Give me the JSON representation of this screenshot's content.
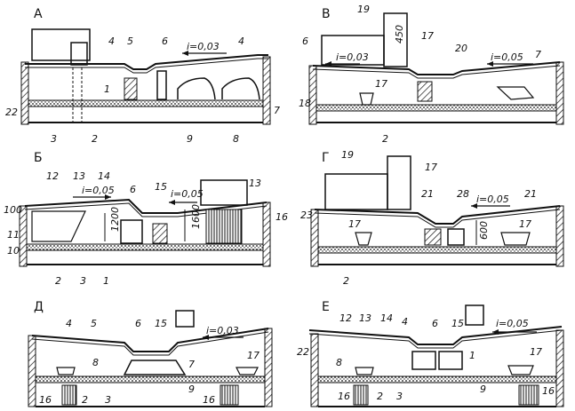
{
  "panels": [
    {
      "letter": "А",
      "slope": "i=0,03",
      "labels": [
        "4",
        "5",
        "6",
        "4",
        "1",
        "22",
        "3",
        "2",
        "9",
        "8",
        "7"
      ]
    },
    {
      "letter": "В",
      "slope_left": "i=0,03",
      "slope_right": "i=0,05",
      "dimension": "450",
      "labels": [
        "19",
        "17",
        "6",
        "20",
        "7",
        "18",
        "17",
        "2"
      ]
    },
    {
      "letter": "Б",
      "slope_left": "i=0,05",
      "slope_right": "i=0,05",
      "dim_left": "1200",
      "dim_right": "1600",
      "labels": [
        "12",
        "13",
        "14",
        "6",
        "15",
        "13",
        "100",
        "11",
        "10",
        "2",
        "3",
        "1",
        "16"
      ]
    },
    {
      "letter": "Г",
      "slope": "i=0,05",
      "dimension": "600",
      "labels": [
        "19",
        "17",
        "21",
        "28",
        "21",
        "23",
        "17",
        "17",
        "2"
      ]
    },
    {
      "letter": "Д",
      "slope": "i=0,03",
      "labels": [
        "4",
        "5",
        "6",
        "15",
        "7",
        "8",
        "17",
        "16",
        "2",
        "3",
        "9",
        "16"
      ]
    },
    {
      "letter": "Е",
      "slope": "i=0,05",
      "labels": [
        "12",
        "13",
        "14",
        "4",
        "6",
        "15",
        "1",
        "17",
        "22",
        "8",
        "16",
        "2",
        "3",
        "9",
        "16"
      ]
    }
  ]
}
